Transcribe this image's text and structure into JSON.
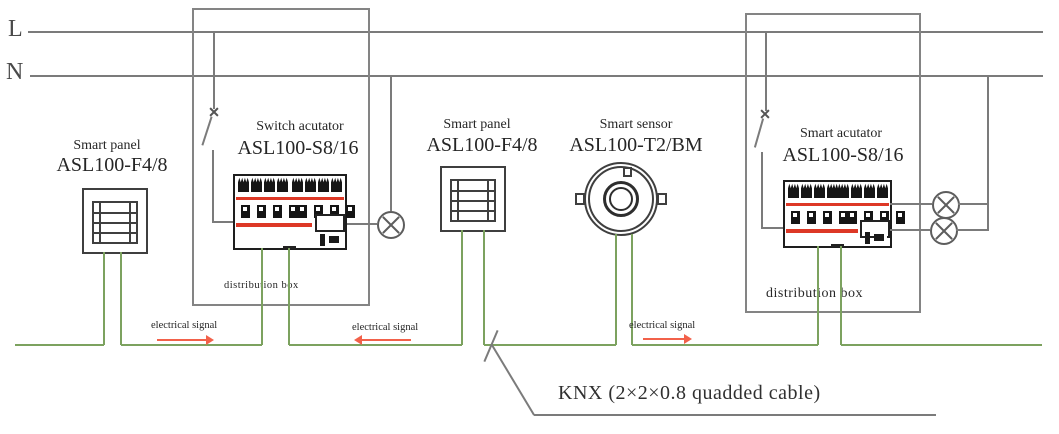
{
  "power": {
    "l": "L",
    "n": "N"
  },
  "devices": {
    "panel_left": {
      "title": "Smart panel",
      "model": "ASL100-F4/8"
    },
    "switch_actuator": {
      "title": "Switch acutator",
      "model": "ASL100-S8/16",
      "box_label": "distribution box"
    },
    "panel_mid": {
      "title": "Smart panel",
      "model": "ASL100-F4/8"
    },
    "sensor": {
      "title": "Smart sensor",
      "model": "ASL100-T2/BM"
    },
    "smart_actuator": {
      "title": "Smart acutator",
      "model": "ASL100-S8/16",
      "box_label": "distribution box"
    }
  },
  "signals": {
    "label_1": "electrical signal",
    "label_2": "electrical signal",
    "label_3": "electrical signal"
  },
  "bus": {
    "label": "KNX (2×2×0.8 quadded cable)"
  },
  "colors": {
    "line_gray": "#7b7b7b",
    "knx_green": "#7ca25f",
    "arrow_red": "#f2614a",
    "module_red": "#dd3826"
  }
}
